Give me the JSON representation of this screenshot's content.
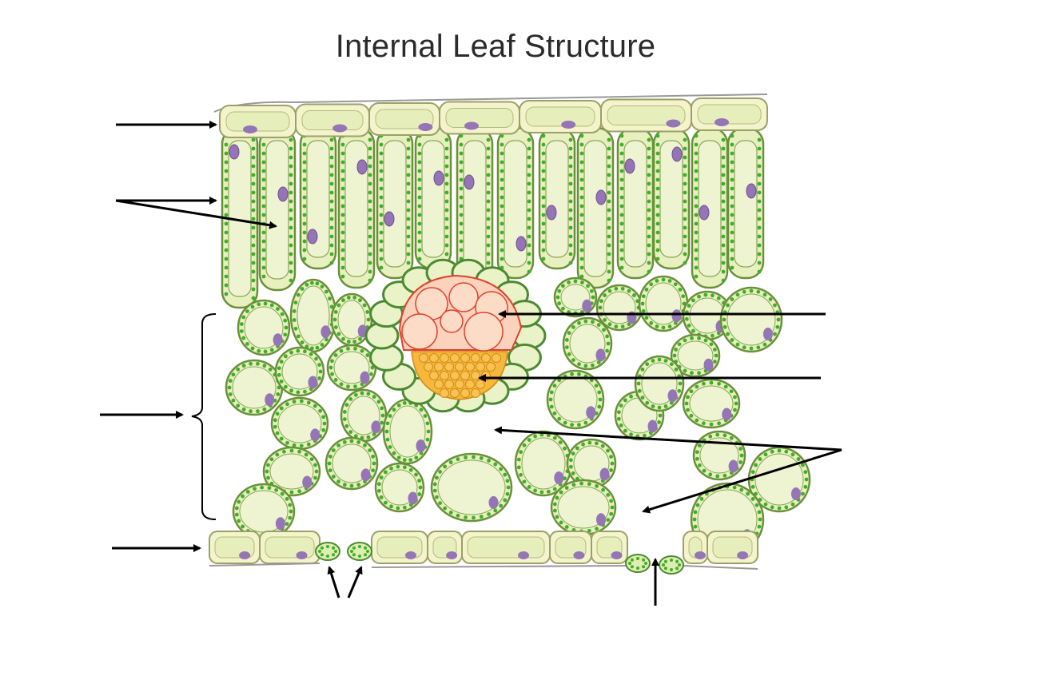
{
  "title": "Internal Leaf Structure",
  "colors": {
    "cell_fill": "#e8f0c0",
    "cell_stroke": "#6b8f3a",
    "chloroplast": "#3fae2a",
    "nucleus": "#9575b5",
    "epidermis_fill": "#f3f4cc",
    "xylem_fill": "#fbd3bd",
    "xylem_stroke": "#e0402a",
    "phloem_fill": "#f6b83a",
    "phloem_stroke": "#d08a18",
    "sheath_stroke": "#4c8a32",
    "arrow": "#000000"
  },
  "labels": [
    {
      "id": "upper-epidermis",
      "text": ""
    },
    {
      "id": "palisade-mesophyll",
      "text": ""
    },
    {
      "id": "spongy-mesophyll",
      "text": ""
    },
    {
      "id": "lower-epidermis",
      "text": ""
    },
    {
      "id": "xylem",
      "text": ""
    },
    {
      "id": "phloem",
      "text": ""
    },
    {
      "id": "air-spaces",
      "text": ""
    },
    {
      "id": "guard-cells",
      "text": ""
    },
    {
      "id": "stoma",
      "text": ""
    }
  ]
}
